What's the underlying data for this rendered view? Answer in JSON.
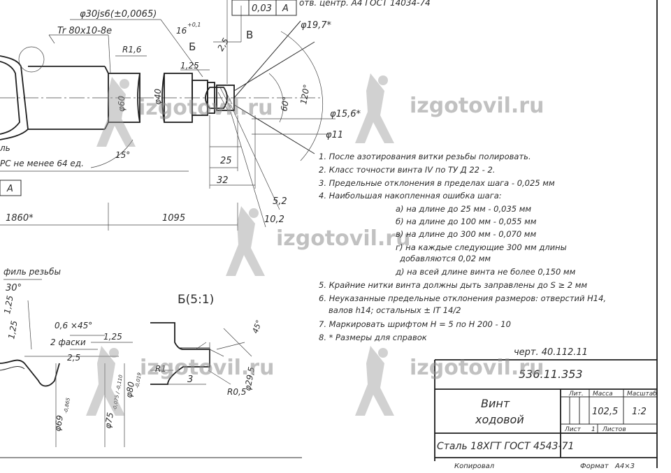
{
  "watermark": {
    "text": "izgotovil.ru"
  },
  "dimensions": {
    "d30js6": "φ30js6(±0,0065)",
    "tr": "Tr 80x10-8e",
    "r16": "R1,6",
    "d40": "φ40",
    "d60": "φ60",
    "d125": "1,25",
    "d16": "16",
    "d16_tol": "+0,1",
    "tol003": "0,03",
    "tolA": "A",
    "centre_holes": "отв. центр. А4 ГОСТ 14034-74",
    "d197": "φ19,7*",
    "viewB": "Б",
    "viewV": "В",
    "d25top": "2,5",
    "a60": "60°",
    "a120": "120°",
    "d156": "φ15,6*",
    "d11": "φ11",
    "a15": "15°",
    "len25": "25",
    "len32": "32",
    "len52": "5,2",
    "len102": "10,2",
    "len1860": "1860*",
    "len1095": "1095",
    "frameA": "A",
    "hrc_left": "ль",
    "hrc_text": "РС не менее 64 ед."
  },
  "profile": {
    "title": "филь резьбы",
    "a30": "30°",
    "d125a": "1,25",
    "d125b": "1,25",
    "chamfer": "0,6 ×45°",
    "chamfers2": "2 фаски",
    "d125c": "1,25",
    "d25": "2,5",
    "d69": "φ69",
    "d69_tol": "-0,865",
    "d75": "φ75",
    "d75_tol": "-0,075 / -0,110",
    "d80": "φ80",
    "d80_tol": "-0,019"
  },
  "detailB": {
    "title": "Б(5:1)",
    "r1": "R1",
    "len3": "3",
    "r05": "R0,5",
    "d295": "φ29,5",
    "a45": "45°"
  },
  "notes": [
    "1. После азотирования витки резьбы полировать.",
    "2. Класс точности винта IV по ТУ Д 22 - 2.",
    "3. Предельные отклонения в пределах шага - 0,025 мм",
    "4. Наибольшая накопленная ошибка шага:",
    "а) на длине до 25 мм - 0,035 мм",
    "б) на длине до 100 мм - 0,055 мм",
    "в) на длине до 300 мм - 0,070 мм",
    "г) на каждые следующие 300 мм длины",
    "добавляются 0,02 мм",
    "д) на всей длине винта не более 0,150 мм",
    "5. Крайние нитки винта должны дыть заправлены до S ≥ 2 мм",
    "6. Неуказанные предельные отклонения размеров: отверстий H14,",
    "валов h14; остальных ± IT 14/2",
    "7. Маркировать шрифтом H = 5 по Н 200 - 10",
    "8. * Размеры для справок"
  ],
  "title_block": {
    "drawing_ref": "черт. 40.112.11",
    "number": "536.11.353",
    "name_line1": "Винт",
    "name_line2": "ходовой",
    "col_lit": "Лит.",
    "col_mass": "Масса",
    "col_scale": "Масштаб",
    "mass": "102,5",
    "scale": "1:2",
    "sheet_label": "Лист",
    "sheet_no": "1",
    "sheets_label": "Листов",
    "material": "Сталь 18ХГТ ГОСТ 4543-71",
    "copied": "Копировал",
    "format_label": "Формат",
    "format": "А4×3"
  }
}
